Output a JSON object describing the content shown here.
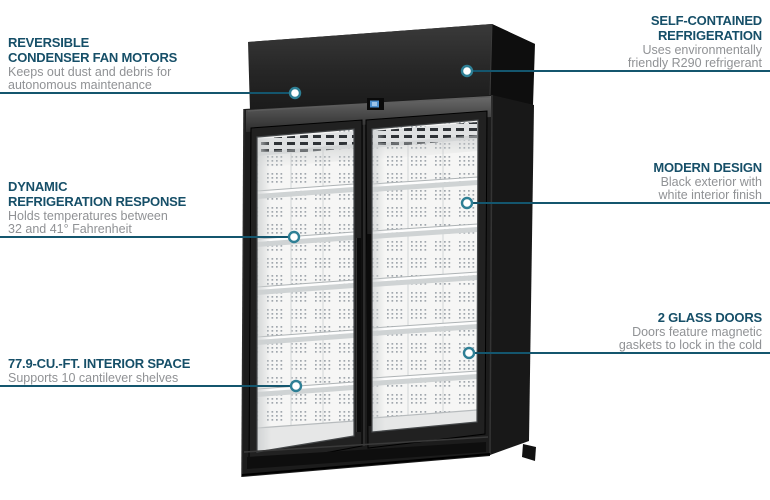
{
  "colors": {
    "accent_line": "#14566e",
    "dot_ring": "#2e7f95",
    "heading_text": "#164f68",
    "body_text": "#909295",
    "cabinet_black": "#1c1c1c",
    "interior_white": "#f6f6f5",
    "control_display_blue": "#4a8fd0"
  },
  "callouts": {
    "left": [
      {
        "title_lines": [
          "REVERSIBLE",
          "CONDENSER FAN MOTORS"
        ],
        "body_lines": [
          "Keeps out dust and debris for",
          "autonomous maintenance"
        ]
      },
      {
        "title_lines": [
          "DYNAMIC",
          "REFRIGERATION RESPONSE"
        ],
        "body_lines": [
          "Holds temperatures between",
          "32 and 41° Fahrenheit"
        ]
      },
      {
        "title_lines": [
          "77.9-CU.-FT. INTERIOR SPACE"
        ],
        "body_lines": [
          "Supports 10 cantilever shelves"
        ]
      }
    ],
    "right": [
      {
        "title_lines": [
          "SELF-CONTAINED",
          "REFRIGERATION"
        ],
        "body_lines": [
          "Uses environmentally",
          "friendly R290 refrigerant"
        ]
      },
      {
        "title_lines": [
          "MODERN DESIGN"
        ],
        "body_lines": [
          "Black exterior with",
          "white interior finish"
        ]
      },
      {
        "title_lines": [
          "2 GLASS DOORS"
        ],
        "body_lines": [
          "Doors feature magnetic",
          "gaskets to lock in the cold"
        ]
      }
    ]
  },
  "illustration": {
    "name": "two-glass-door-merchandiser-refrigerator",
    "doors": 2,
    "shelves_per_door": 5
  }
}
